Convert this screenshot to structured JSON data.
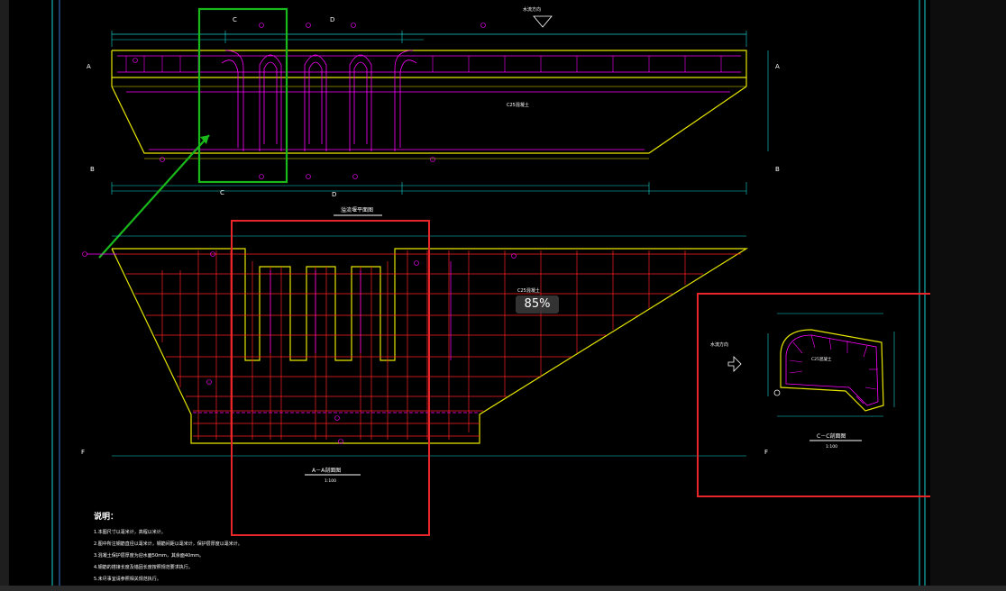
{
  "app": {
    "zoom_label": "85%"
  },
  "drawing": {
    "top_view": {
      "title": "溢流堰平面图",
      "material": "C25混凝土",
      "flow_label": "水流方向",
      "marker_a": "A",
      "marker_b": "B",
      "marker_c": "C",
      "marker_d": "D"
    },
    "section_aa": {
      "title": "A－A剖面图",
      "scale": "1:100",
      "material": "C25混凝土",
      "marker": "F"
    },
    "section_cc": {
      "title": "C－C剖面图",
      "scale": "1:100",
      "material": "C25混凝土",
      "flow_label": "水流方向"
    },
    "notes": {
      "title": "说明：",
      "lines": [
        "1.本图尺寸以毫米计，高程以米计。",
        "2.图中所注钢筋直径以毫米计，钢筋间距以毫米计，保护层厚度以毫米计。",
        "3.混凝土保护层厚度为迎水面50mm，其余面40mm。",
        "4.钢筋的搭接长度及锚固长度按照规范要求执行。",
        "5.未尽事宜请参照相关规范执行。"
      ]
    }
  },
  "highlights": {
    "green_box": {
      "color": "#19b81b"
    },
    "red_box_section": {
      "color": "#e8262a"
    },
    "red_box_detail": {
      "color": "#e8262a"
    }
  },
  "colors": {
    "background": "#000000",
    "yellow": "#e6e600",
    "magenta": "#ff00ff",
    "red": "#ff2020",
    "cyan": "#19d3d3",
    "white": "#ffffff"
  }
}
